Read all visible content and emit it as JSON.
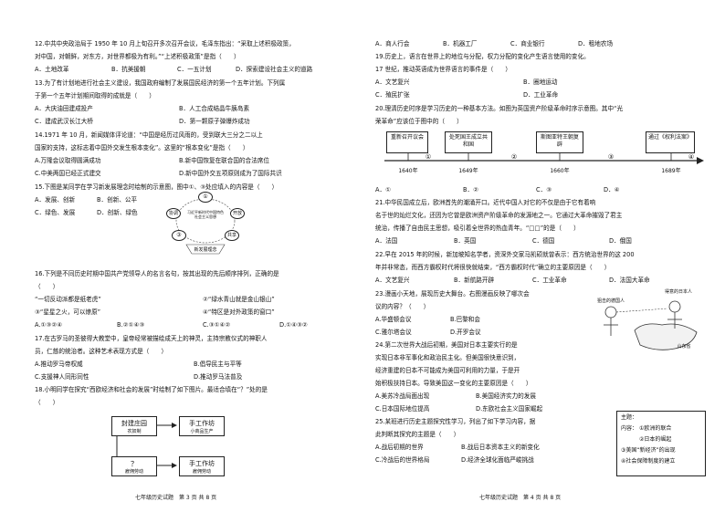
{
  "left": {
    "q12": {
      "line1": "12.中共中央政治局于 1950 年 10 月上旬召开多次召开会议，毛泽东指出：“采取上述积极政策，",
      "line2": "对中国，对朝鲜，对东方，对世界都极为有利。”“上述积极政策”是指（　　）",
      "opts": [
        "A．土地改革",
        "B．抗美援朝",
        "C．一五计划",
        "D．探索建设社会主义的道路"
      ]
    },
    "q13": {
      "line1": "13.为了有计划地进行社会主义建设，我国政府编制了发展国民经济的第一个五年计划。下列属",
      "line2": "于第一个五年计划期间取得的成就是（　　）",
      "opts": [
        "A．大庆油田建成投产",
        "B．人工合成结晶牛胰岛素",
        "C．建成武汉长江大桥",
        "D．第一颗原子弹爆炸成功"
      ]
    },
    "q14": {
      "line1": "14.1971 年 10 月，新闻媒体评论道：“中国是经历过风雨的，受到联大三分之二以上",
      "line2": "国家的支持，这标志着中国外交发生根本变化”。这里的“根本变化”是指（　　）",
      "opts": [
        "A.万隆会议取得圆满成功",
        "B.新中国恢复在联合国的合法席位",
        "C.中美两国已经正式建交",
        "D.新中国外交五项原则成为了国际共识"
      ]
    },
    "q15": {
      "line1": "15.下图是某同学在学习新发展理念时绘制的示意图，图中①、③处应填入的内容是（　　）",
      "opts": [
        "A．发展、创新",
        "B．创新、公平",
        "C．绿色、发展",
        "D．创新、绿色"
      ],
      "diagram": {
        "top": "①",
        "left": "协调",
        "right": "开放",
        "bottom_left": "③",
        "bottom_right": "共享",
        "center": "习近平新时代中国特色社会主义思想",
        "base": "新发展理念"
      }
    },
    "q16": {
      "line1": "16.下列是不同历史时期中国共产党领导人的名言名句，按其出现的先后顺序排列，正确的是",
      "line2": "（　　）",
      "items": [
        "“一切反动派都是纸老虎”",
        "②“绿水青山就是金山银山”",
        "③“星星之火，可以燎原”",
        "④“特区是对外政策的窗口”"
      ],
      "opts": [
        "A.①③②④",
        "B.②①④③",
        "C.③①④②",
        "D.①④③②"
      ]
    },
    "q17": {
      "line1": "17.在古罗马的圣彼得大教堂中，皇帝经常被描绘成天上的神灵，主持宗教仪式的神职人",
      "line2": "员，仁慈的统治者。这种艺术表现方式是（　　）",
      "opts": [
        "A.推动罗马帝权威",
        "B.倡导民主与平等",
        "C.支援神人同形同性",
        "D.推动罗马法普及"
      ]
    },
    "q18": {
      "line1": "18.小明同学在探究“西欧经济和社会的发展”时绘制了如下图片。最适合填在“？”处的是",
      "line2": "（　　）",
      "diagram": {
        "b1": "封建庄园",
        "b1s": "农奴制",
        "b2": "手工作坊",
        "b2s": "小商品生产",
        "b3": "雇佣劳动",
        "b4": "手工作坊",
        "b4s": "雇佣劳动",
        "q": "？"
      }
    },
    "footer": "七年级历史试题　第 3 页 共 8 页"
  },
  "right": {
    "q18opts": [
      "A．商人行会",
      "B．机器工厂",
      "C．商业银行",
      "D．租地农场"
    ],
    "q19": {
      "line1": "19.历史上，语言在世界上的地位与分配，权力分配的变化产生语言使用的变化。",
      "line2": "17 世纪，推动英语成为世界语言的事件是（　　）",
      "opts": [
        "A．文艺复兴",
        "B．圈地运动",
        "C．殖民扩张",
        "D．工业革命"
      ]
    },
    "q20": {
      "line1": "20.理清历史时序是学习历史的一种基本方法。如图为英国资产阶级革命时序示意图。其中“光",
      "line2": "荣革命”应该位于图中的（　　）",
      "boxes": [
        "重新召开议会",
        "处死国王成立共和国",
        "斯图亚特王朝复辟",
        "通过《权利法案》"
      ],
      "years": [
        "1640年",
        "1649年",
        "1660年",
        "1689年"
      ],
      "marks": [
        "①",
        "②",
        "③",
        "④"
      ],
      "opts": [
        "A．①",
        "B．②",
        "C．③",
        "D．④"
      ]
    },
    "q21": {
      "line1": "21.中华民国成立后，欧洲首先的潮涌开口。近代中国人对它的不仅是由于它有着响",
      "line2": "名于世的灿烂文化，还因为它曾是欧洲资产阶级革命的发源地之一。它通过大革命摧毁了君主",
      "line3": "统治，传播了自由民主思想，吸引着全世界的热血青年。“□□”的是（　　）",
      "opts": [
        "A．法国",
        "B．英国",
        "C．德国",
        "D．俄国"
      ]
    },
    "q22": {
      "line1": "22.早在 2015 年的时候，新加坡知名学者，资深外交家马凯硕就曾表示：西方统治世界的这 200",
      "line2": "年并非常态，而西方霸权时代将很快就结束，“西方霸权时代”确立的主要原因是（　　）",
      "opts": [
        "A．文艺复兴",
        "B．新航路开辟",
        "C．工业革命",
        "D．法国大革命"
      ]
    },
    "q23": {
      "line1": "23.漫画小天地，展现历史大舞台。右图漫画反映了哪次会",
      "line2": "议的内容？（　　）",
      "opts": [
        "A.华盛顿会议",
        "B.巴黎和会",
        "C.雅尔塔会议",
        "D.开罗会议"
      ],
      "cartoon": {
        "l1": "狙击的德国人",
        "l2": "得意的日本人",
        "l3": "山东省"
      }
    },
    "q24": {
      "line1": "24.第二次世界大战后初期，美国对日本主要实行的是",
      "line2": "实现日本非军事化和政治民主化。但美国很快意识到，",
      "line3": "经济重建的日本不可能成为美国可利用的力量，于是开",
      "line4": "始积极扶持日本。导致美国这一变化的主要原因是（　　）",
      "opts": [
        "A.美苏冷战局面出现",
        "B.美国经济实力的发展",
        "C.日本国际地位提高",
        "D.东欧社会主义国家崛起"
      ]
    },
    "q25": {
      "line1": "25.某班进行历史主题探究性学习，列出了如下学习内容，据",
      "line2": "此判断其探究的主题是（　　）",
      "opts": [
        "A.战后初期的世界",
        "B.战后日本资本主义的新变化",
        "C.冷战后的世界格局",
        "D.经济全球化面临严峻挑战"
      ],
      "box": {
        "title": "主题：",
        "label": "内容：",
        "items": [
          "①欧洲的联合",
          "②日本的崛起",
          "③美国“新经济”的出现",
          "④社会保障制度的建立"
        ]
      }
    },
    "footer": "七年级历史试题　第 4 页 共 8 页"
  }
}
